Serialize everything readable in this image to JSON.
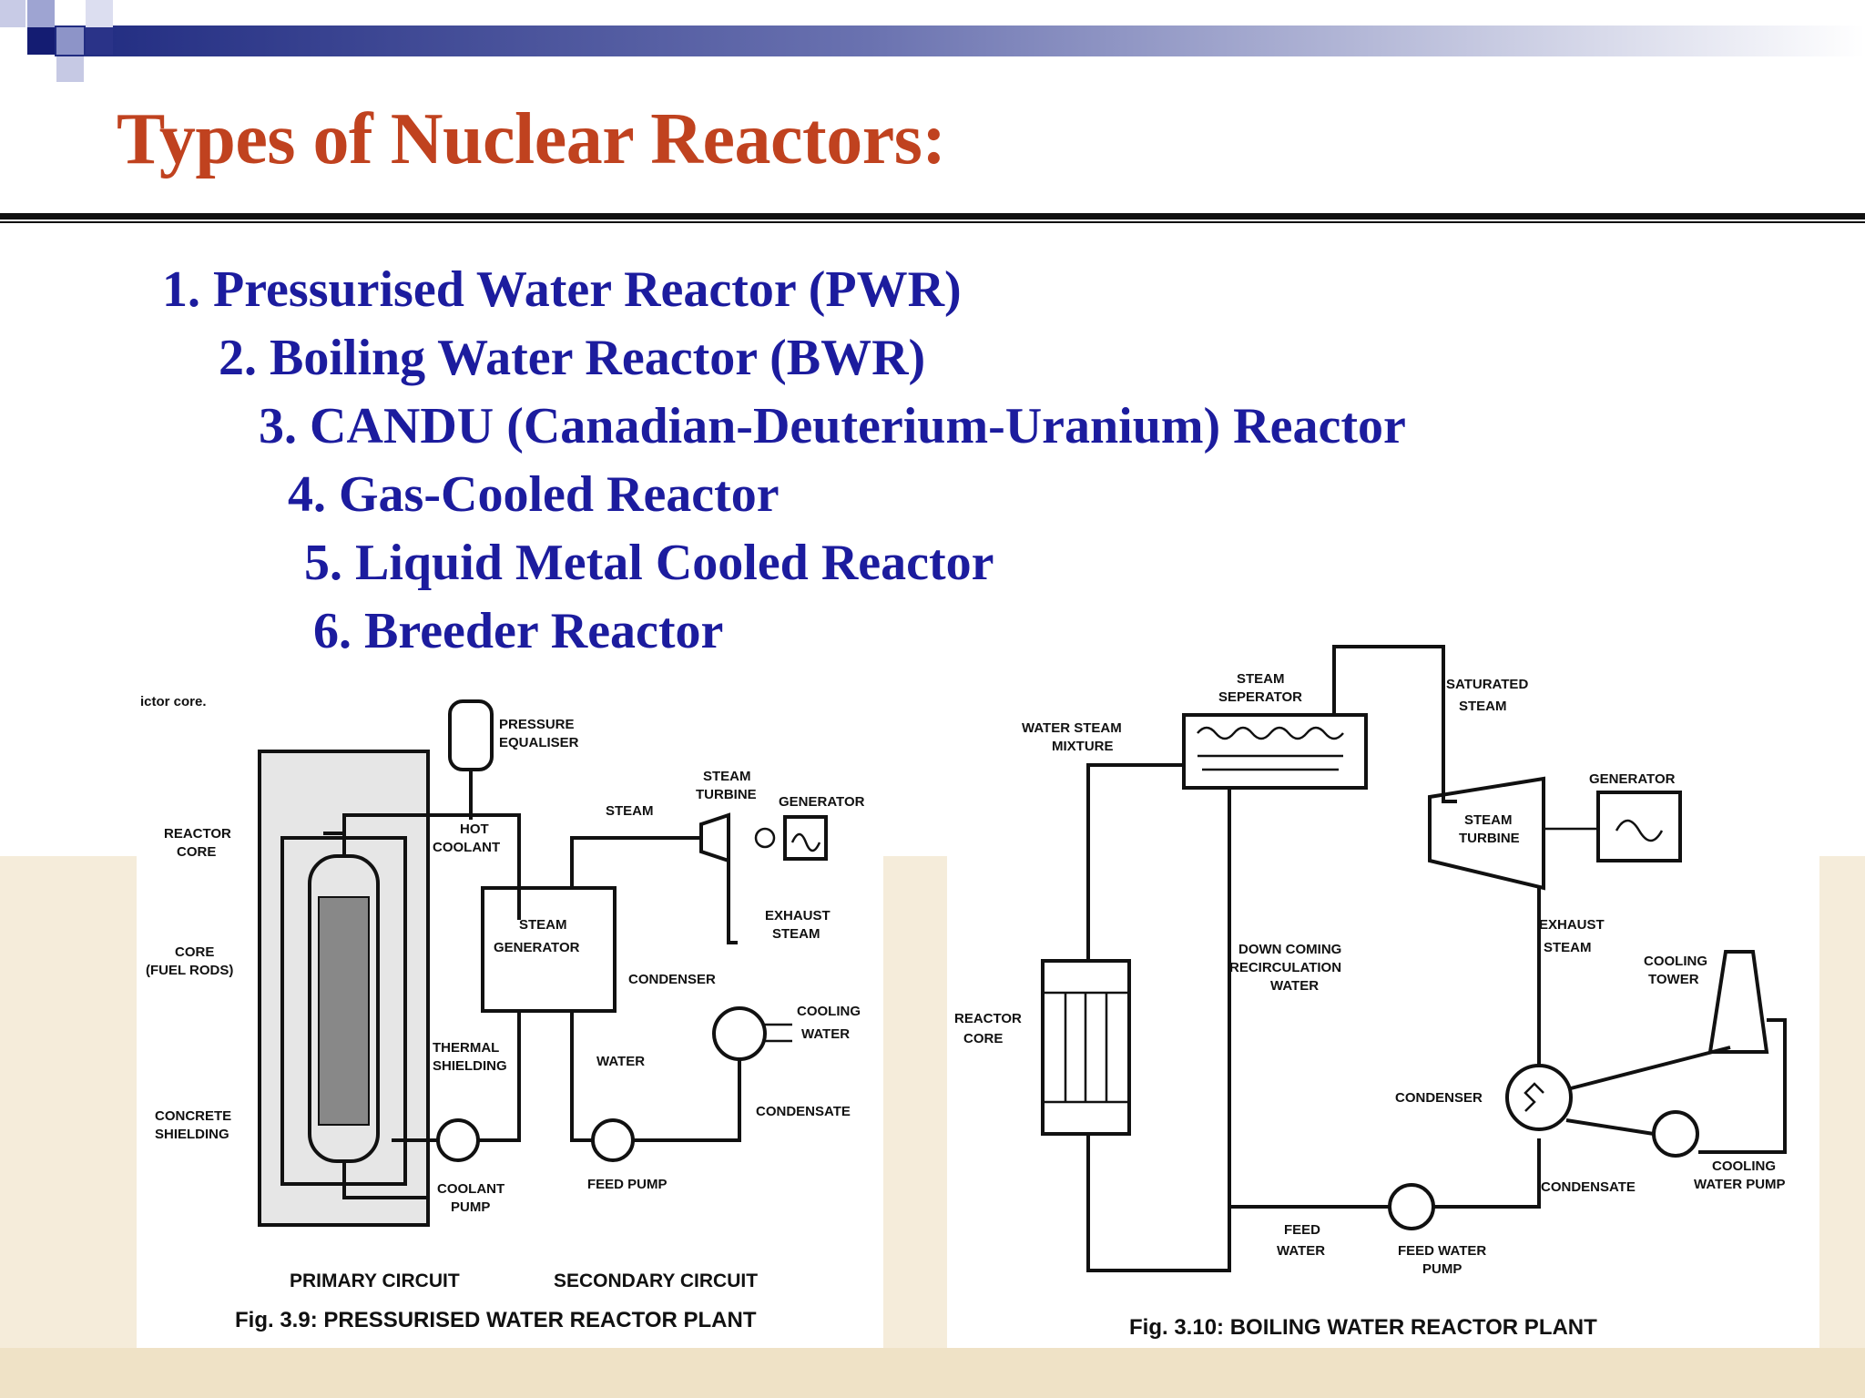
{
  "slide": {
    "title": "Types of Nuclear Reactors:",
    "items": [
      "1. Pressurised Water Reactor (PWR)",
      "2. Boiling Water Reactor (BWR)",
      "3. CANDU (Canadian-Deuterium-Uranium) Reactor",
      "4. Gas-Cooled Reactor",
      "5. Liquid Metal Cooled Reactor",
      "6. Breeder Reactor"
    ]
  },
  "colors": {
    "title": "#c0421f",
    "items": "#1c1c9e",
    "banner": "#1f2a80"
  },
  "pwr": {
    "fragment": "ictor core.",
    "pressure_equaliser": [
      "PRESSURE",
      "EQUALISER"
    ],
    "reactor_core": [
      "REACTOR",
      "CORE"
    ],
    "core_fuel": [
      "CORE",
      "(FUEL RODS)"
    ],
    "thermal": [
      "THERMAL",
      "SHIELDING"
    ],
    "concrete": [
      "CONCRETE",
      "SHIELDING"
    ],
    "hot_coolant": [
      "HOT",
      "COOLANT"
    ],
    "steam": "STEAM",
    "steam_turbine": [
      "STEAM",
      "TURBINE"
    ],
    "generator": "GENERATOR",
    "steam_generator": [
      "STEAM",
      "GENERATOR"
    ],
    "exhaust": [
      "EXHAUST",
      "STEAM"
    ],
    "condenser": "CONDENSER",
    "cooling_water": [
      "COOLING",
      "WATER"
    ],
    "water": "WATER",
    "condensate": "CONDENSATE",
    "coolant_pump": [
      "COOLANT",
      "PUMP"
    ],
    "feed_pump": "FEED PUMP",
    "primary": "PRIMARY CIRCUIT",
    "secondary": "SECONDARY CIRCUIT",
    "caption": "Fig. 3.9: PRESSURISED WATER REACTOR PLANT"
  },
  "bwr": {
    "steam_separator": [
      "STEAM",
      "SEPERATOR"
    ],
    "saturated_steam": [
      "SATURATED",
      "STEAM"
    ],
    "water_steam": [
      "WATER STEAM",
      "MIXTURE"
    ],
    "generator": "GENERATOR",
    "steam_turbine": [
      "STEAM",
      "TURBINE"
    ],
    "exhaust": [
      "EXHAUST",
      "STEAM"
    ],
    "down_coming": [
      "DOWN COMING",
      "RECIRCULATION",
      "WATER"
    ],
    "cooling_tower": [
      "COOLING",
      "TOWER"
    ],
    "reactor_core": [
      "REACTOR",
      "CORE"
    ],
    "condenser": "CONDENSER",
    "condensate": "CONDENSATE",
    "cooling_pump": [
      "COOLING",
      "WATER PUMP"
    ],
    "feed_water": [
      "FEED",
      "WATER"
    ],
    "feed_pump": [
      "FEED WATER",
      "PUMP"
    ],
    "caption": "Fig. 3.10: BOILING WATER REACTOR PLANT"
  }
}
